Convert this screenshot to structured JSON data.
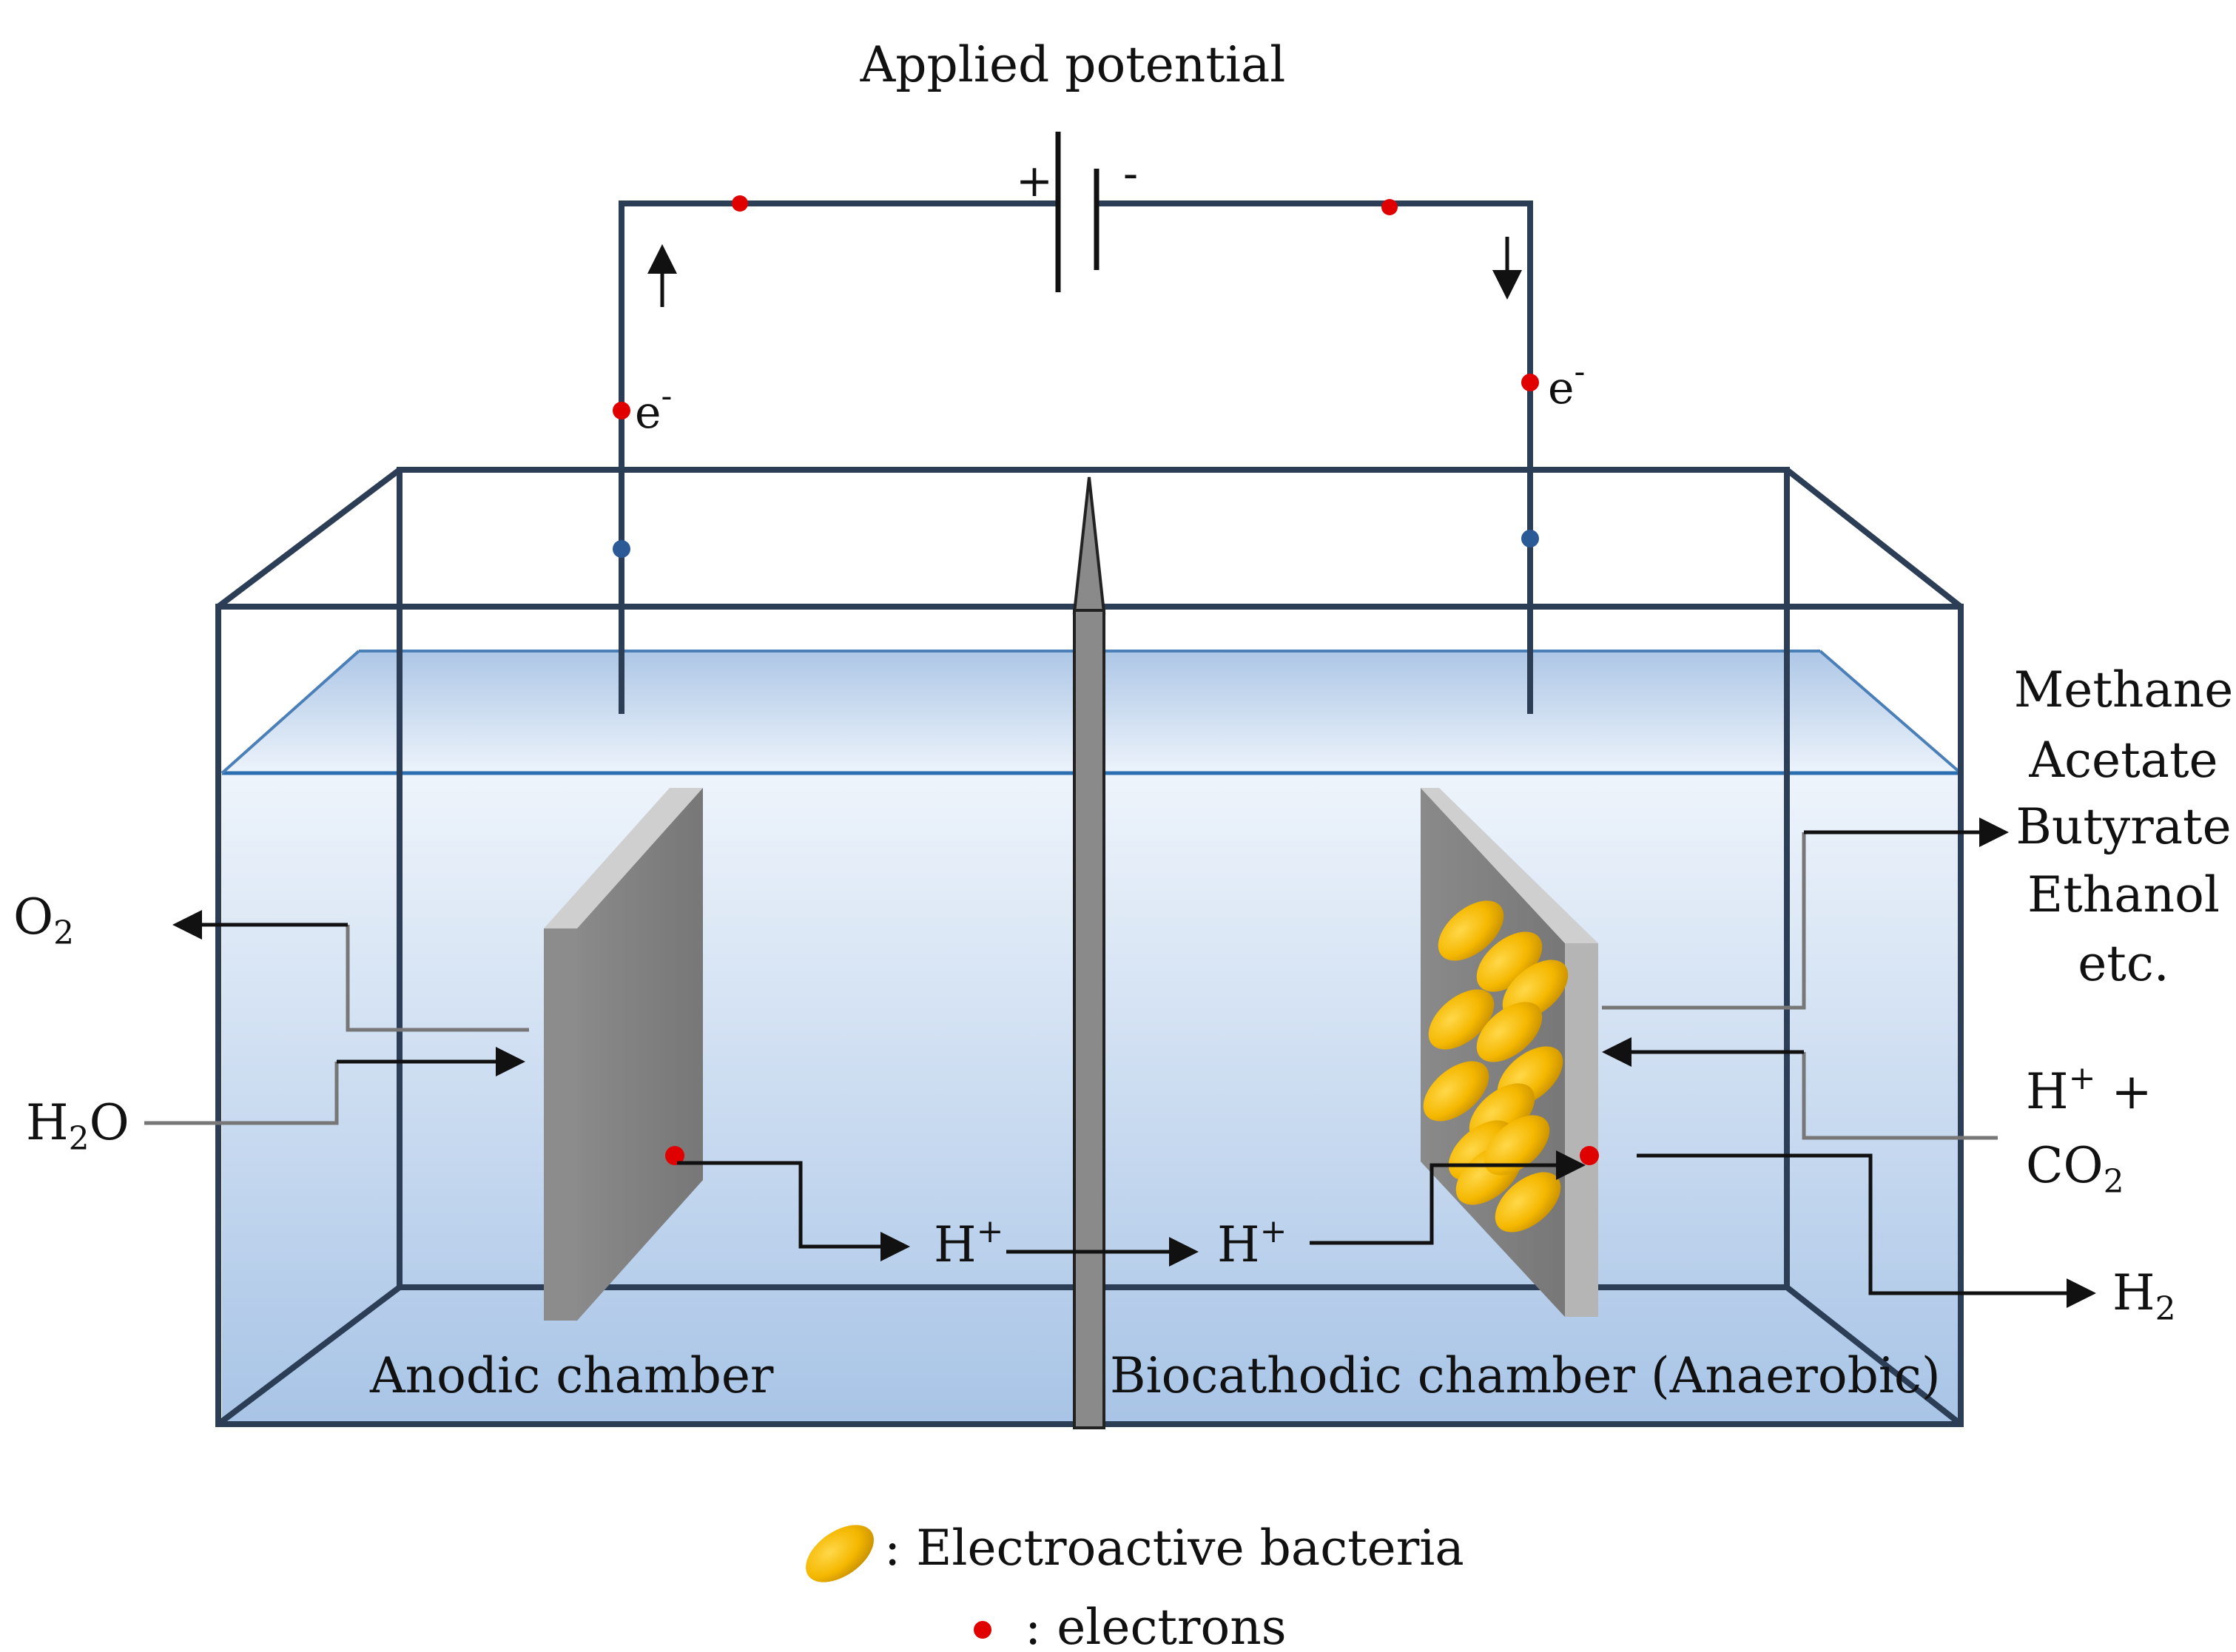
{
  "title": "Applied potential",
  "battery": {
    "plus": "+",
    "minus": "-"
  },
  "electron_labels": {
    "left": "e",
    "right": "e",
    "superscript": "-"
  },
  "chambers": {
    "anodic": "Anodic chamber",
    "biocathodic": "Biocathodic chamber (Anaerobic)"
  },
  "anode_species": {
    "o2": {
      "base": "O",
      "sub": "2"
    },
    "h2o": {
      "base": "H",
      "sub": "2",
      "tail": "O"
    }
  },
  "protons": {
    "left": {
      "base": "H",
      "sup": "+"
    },
    "right": {
      "base": "H",
      "sup": "+"
    }
  },
  "cathode_inputs": {
    "line1": {
      "base": "H",
      "sup": "+",
      "tail": " +"
    },
    "line2": {
      "base": "CO",
      "sub": "2"
    }
  },
  "cathode_h2": {
    "base": "H",
    "sub": "2"
  },
  "products": [
    "Methane",
    "Acetate",
    "Butyrate",
    "Ethanol",
    "etc."
  ],
  "legend": {
    "bacteria": ": Electroactive bacteria",
    "electrons": ": electrons"
  },
  "colors": {
    "frame": "#2c3e56",
    "electrode": "#8c8c8c",
    "bacteria": "#f5b800",
    "electron": "#e00000",
    "water_top": "#eef4fb",
    "water_bottom": "#a8c4e6"
  }
}
